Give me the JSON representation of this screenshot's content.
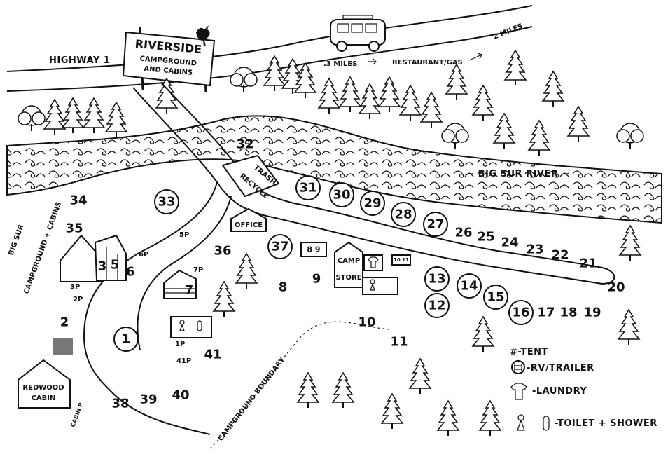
{
  "signs": {
    "brand": [
      "RIVERSIDE",
      "CAMPGROUND",
      "AND CABINS"
    ],
    "highway": "HIGHWAY 1",
    "distance_left": ".3 MILES",
    "restaurant": "RESTAURANT/GAS",
    "distance_right": "2 MILES",
    "river": "~ BIG SUR RIVER ~",
    "neighbor": [
      "BIG SUR",
      "CAMPGROUND + CABINS"
    ],
    "boundary": "CAMPGROUND BOUNDARY"
  },
  "buildings": {
    "office": "OFFICE",
    "camp_store": [
      "CAMP",
      "STORE"
    ],
    "trash": "TRASH",
    "recycle": "RECYCLE",
    "redwood_cabin": [
      "REDWOOD",
      "CABIN"
    ],
    "cabin_p": "CABIN P"
  },
  "parking": [
    "5P",
    "7P",
    "3P",
    "2P",
    "6P",
    "1P",
    "41P"
  ],
  "sites": {
    "tent": [
      "2",
      "3",
      "5",
      "6",
      "7",
      "8",
      "9",
      "10",
      "11",
      "17",
      "18",
      "19",
      "20",
      "21",
      "22",
      "23",
      "24",
      "25",
      "26",
      "32",
      "34",
      "35",
      "36",
      "38",
      "39",
      "40",
      "41"
    ],
    "rv": [
      "1",
      "12",
      "13",
      "14",
      "15",
      "16",
      "27",
      "28",
      "29",
      "30",
      "31",
      "33",
      "37"
    ],
    "combo_8_9": "8 9",
    "combo_10_11": "10 11"
  },
  "legend": {
    "tent": "#-TENT",
    "rv": "-RV/TRAILER",
    "laundry": "-LAUNDRY",
    "toilet": "-TOILET + SHOWER"
  },
  "icons": [
    "van-icon",
    "crow-icon",
    "tree-icon",
    "tent-site-icon",
    "rv-site-icon",
    "laundry-icon",
    "toilet-icon"
  ],
  "colors": {
    "ink": "#111111",
    "paper": "#ffffff",
    "shade": "#777777"
  }
}
